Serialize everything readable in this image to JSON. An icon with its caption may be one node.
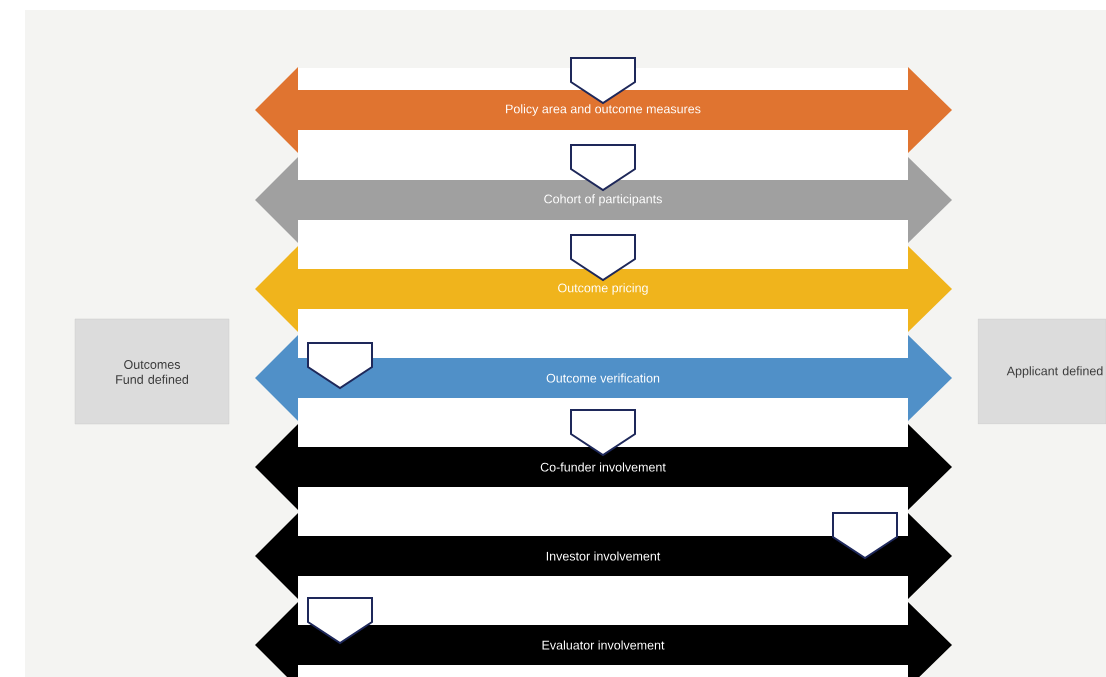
{
  "diagram": {
    "nodes": [
      {
        "text": [
          "Outcomes Fund defined"
        ]
      },
      {
        "text": [
          "Policy area and outcome measures"
        ]
      },
      {
        "text": [
          "Cohort of participants"
        ]
      },
      {
        "text": [
          "Outcome pricing"
        ]
      },
      {
        "text": [
          "Outcome verification"
        ]
      },
      {
        "text": [
          "Co-funder involvement"
        ]
      },
      {
        "text": [
          "Investor involvement"
        ]
      },
      {
        "text": [
          "Evaluator involvement"
        ]
      },
      {
        "text": [
          "Applicant defined"
        ]
      }
    ]
  }
}
